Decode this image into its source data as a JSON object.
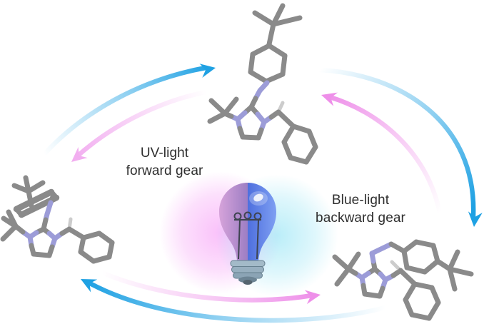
{
  "figure": {
    "labels": {
      "uv_line1": "UV-light",
      "uv_line2": "forward gear",
      "blue_line1": "Blue-light",
      "blue_line2": "backward gear"
    },
    "colors": {
      "background": "#ffffff",
      "text": "#2e2e2e",
      "uv_arrow": "#ee8fe9",
      "uv_arrow_light": "#f2aef0",
      "blue_arrow": "#1fa1e3",
      "bulb_glass_left_edge": "#d6a3da",
      "bulb_glass_left": "#9d7ec4",
      "bulb_glass_right": "#4e6fde",
      "bulb_glass_right_edge": "#7e9ff2",
      "bulb_base": "#97afbf",
      "glow_uv": "#f696f6",
      "glow_blue": "#8ce2f4",
      "carbon": "#8a8a8a",
      "nitrogen": "#9c9cd8",
      "hydrogen": "#cccccc"
    },
    "icons": {
      "bulb": "light-bulb-icon",
      "uv_cycle": "uv-forward-arrow-icon",
      "blue_cycle": "blue-backward-arrow-icon"
    },
    "molecules": [
      {
        "id": "molecule-top"
      },
      {
        "id": "molecule-left"
      },
      {
        "id": "molecule-bottom-right"
      }
    ]
  }
}
